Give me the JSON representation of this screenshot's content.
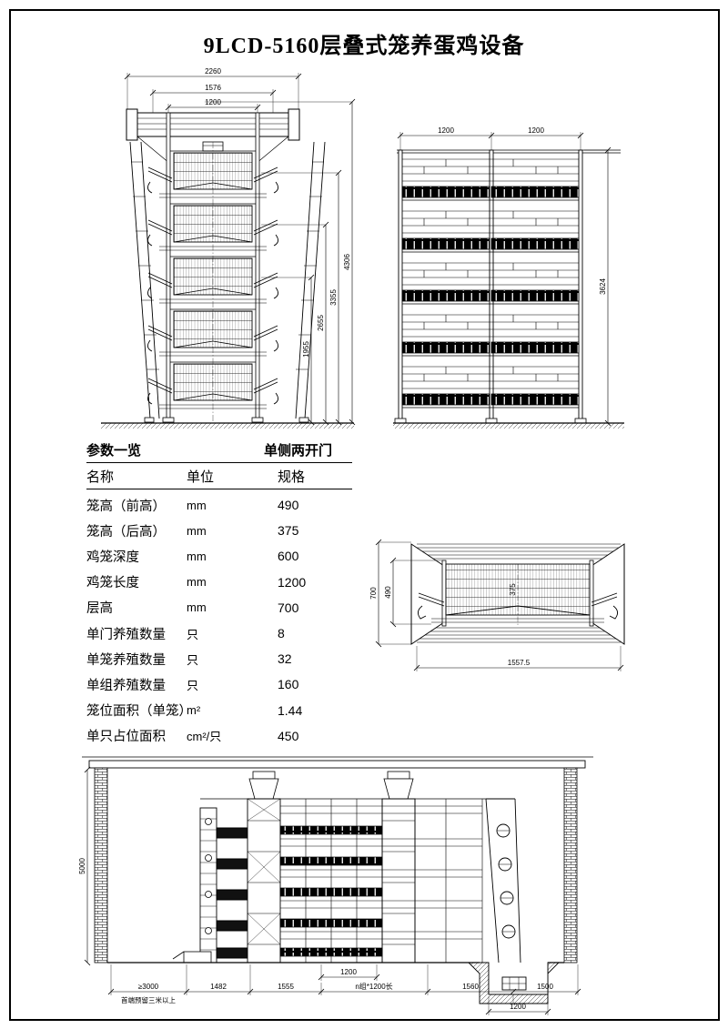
{
  "title": "9LCD-5160层叠式笼养蛋鸡设备",
  "side_view": {
    "dims_top": [
      "2260",
      "1576",
      "1200"
    ],
    "dims_right": [
      "1955",
      "2655",
      "3355",
      "4306"
    ]
  },
  "front_view": {
    "dims_top": [
      "1200",
      "1200"
    ],
    "dim_right": "3624"
  },
  "detail_view": {
    "dim_total_height": "700",
    "dim_front_height": "490",
    "dim_rear_height": "375",
    "dim_width": "1557.5"
  },
  "section_view": {
    "dim_wall_height": "5000",
    "dims_bottom": [
      "≥3000",
      "1482",
      "1555",
      "n组*1200长",
      "1560",
      "1500"
    ],
    "note_head_clearance": "首端预留三米以上",
    "dim_first_group": "1200",
    "dim_pit_width": "1200"
  },
  "table": {
    "title": "参数一览",
    "subtitle": "单侧两开门",
    "columns": [
      "名称",
      "单位",
      "规格"
    ],
    "rows": [
      {
        "name": "笼高（前高）",
        "unit": "mm",
        "spec": "490"
      },
      {
        "name": "笼高（后高）",
        "unit": "mm",
        "spec": "375"
      },
      {
        "name": "鸡笼深度",
        "unit": "mm",
        "spec": "600"
      },
      {
        "name": "鸡笼长度",
        "unit": "mm",
        "spec": "1200"
      },
      {
        "name": "层高",
        "unit": "mm",
        "spec": "700"
      },
      {
        "name": "单门养殖数量",
        "unit": "只",
        "spec": "8"
      },
      {
        "name": "单笼养殖数量",
        "unit": "只",
        "spec": "32"
      },
      {
        "name": "单组养殖数量",
        "unit": "只",
        "spec": "160"
      },
      {
        "name": "笼位面积（单笼）",
        "unit": "m²",
        "spec": "1.44"
      },
      {
        "name": "单只占位面积",
        "unit": "cm²/只",
        "spec": "450"
      }
    ]
  }
}
